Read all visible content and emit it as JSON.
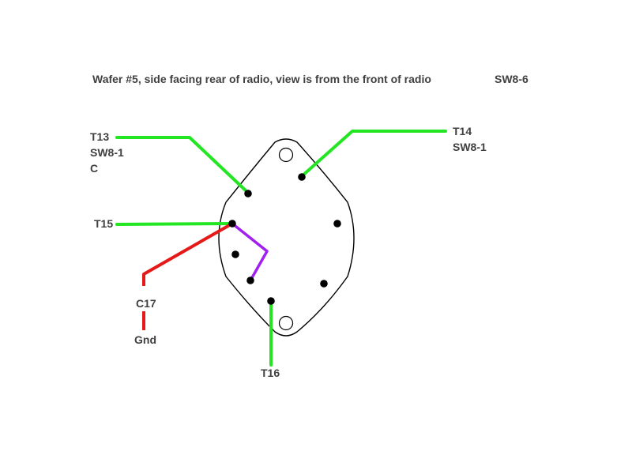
{
  "title": "Wafer #5, side facing rear of radio, view is from the front of radio",
  "switch_id": "SW8-6",
  "labels": {
    "t13": [
      "T13",
      "SW8-1",
      "C"
    ],
    "t14": [
      "T14",
      "SW8-1"
    ],
    "t15": "T15",
    "t16": "T16",
    "c17": "C17",
    "gnd": "Gnd"
  },
  "colors": {
    "text": "#404040",
    "green_wire": "#22e622",
    "red_wire": "#e61919",
    "purple_wire": "#a020f0",
    "outline": "#000000",
    "terminal": "#000000"
  }
}
